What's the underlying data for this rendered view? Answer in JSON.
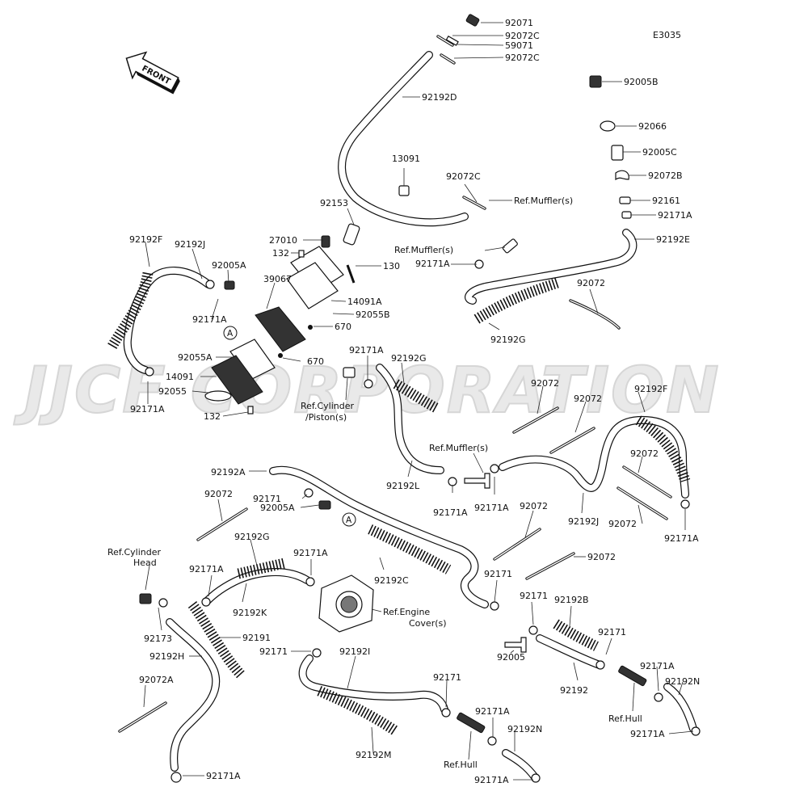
{
  "diagram": {
    "code": "E3035",
    "front_label": "FRONT",
    "watermark": "JJCF CORPORATION",
    "callouts": {
      "c92071": "92071",
      "c92072C_a": "92072C",
      "c59071": "59071",
      "c92072C_b": "92072C",
      "c92192D": "92192D",
      "c92005B": "92005B",
      "c92066": "92066",
      "c92005C": "92005C",
      "c92072B": "92072B",
      "c92161": "92161",
      "c92171A_1": "92171A",
      "c92192E": "92192E",
      "c13091": "13091",
      "c92072C_c": "92072C",
      "refMuffler1": "Ref.Muffler(s)",
      "c92153": "92153",
      "c27010": "27010",
      "c132_a": "132",
      "c130": "130",
      "refMuffler2": "Ref.Muffler(s)",
      "c92171A_2": "92171A",
      "c92192F_a": "92192F",
      "c92192J_a": "92192J",
      "c92005A_a": "92005A",
      "c39067": "39067",
      "c14091A": "14091A",
      "c92055B": "92055B",
      "c92072_a": "92072",
      "c92171A_3": "92171A",
      "c670_a": "670",
      "c670_b": "670",
      "markerA_1": "A",
      "c92055A": "92055A",
      "c14091": "14091",
      "c92055": "92055",
      "c92171A_4": "92171A",
      "c132_b": "132",
      "c92192G_a": "92192G",
      "c92171A_5": "92171A",
      "c92192G_b": "92192G",
      "refCylPiston1": "Ref.Cylinder",
      "refCylPiston2": "/Piston(s)",
      "c92072_b": "92072",
      "c92072_c": "92072",
      "c92192F_b": "92192F",
      "refMuffler3": "Ref.Muffler(s)",
      "c92072_d": "92072",
      "c92192A": "92192A",
      "c92192L": "92192L",
      "c92171A_6": "92171A",
      "c92171A_7": "92171A",
      "c92072_e": "92072",
      "c92171_a": "92171",
      "c92005A_b": "92005A",
      "markerA_2": "A",
      "c92192J_b": "92192J",
      "c92072_f": "92072",
      "c92171A_8": "92171A",
      "c92072_g": "92072",
      "c92072_h": "92072",
      "refCylHead1": "Ref.Cylinder",
      "refCylHead2": "Head",
      "c92192G_c": "92192G",
      "c92171A_9": "92171A",
      "c92171A_10": "92171A",
      "c92192C": "92192C",
      "c92171_b": "92171",
      "c92192K": "92192K",
      "refEngine1": "Ref.Engine",
      "refEngine2": "Cover(s)",
      "c92171_c": "92171",
      "c92192B": "92192B",
      "c92173": "92173",
      "c92191": "92191",
      "c92171_d": "92171",
      "c92005": "92005",
      "c92192H": "92192H",
      "c92171_e": "92171",
      "c92192I": "92192I",
      "c92171A_11": "92171A",
      "c92192": "92192",
      "c92192N_a": "92192N",
      "c92072A": "92072A",
      "c92171_f": "92171",
      "refHull1": "Ref.Hull",
      "c92171A_12": "92171A",
      "c92171A_13": "92171A",
      "c92192N_b": "92192N",
      "refHull2": "Ref.Hull",
      "c92192M": "92192M",
      "c92171A_14": "92171A",
      "c92171A_15": "92171A"
    }
  }
}
